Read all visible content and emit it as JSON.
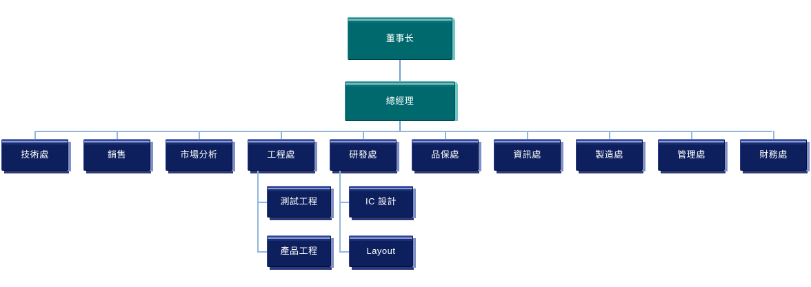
{
  "chart": {
    "type": "org-chart",
    "title": "",
    "colors": {
      "executive_box": "#00696d",
      "department_box": "#0d1f5c",
      "connector_line": "#6e9fd0",
      "text": "#ffffff",
      "background": "#ffffff"
    },
    "executives": [
      {
        "id": "chairman",
        "label": "董事长",
        "level": 0
      },
      {
        "id": "general-manager",
        "label": "總經理",
        "level": 1
      }
    ],
    "departments": [
      {
        "id": "dept-technology",
        "label": "技術處"
      },
      {
        "id": "dept-sales",
        "label": "銷售"
      },
      {
        "id": "dept-market-analysis",
        "label": "市場分析"
      },
      {
        "id": "dept-engineering",
        "label": "工程處"
      },
      {
        "id": "dept-rnd",
        "label": "研發處"
      },
      {
        "id": "dept-quality",
        "label": "品保處"
      },
      {
        "id": "dept-it",
        "label": "資訊處"
      },
      {
        "id": "dept-manufacturing",
        "label": "製造處"
      },
      {
        "id": "dept-administration",
        "label": "管理處"
      },
      {
        "id": "dept-finance",
        "label": "財務處"
      }
    ],
    "sub_departments": {
      "engineering": [
        {
          "id": "sub-test-engineering",
          "label": "測試工程",
          "parent": "工程處"
        },
        {
          "id": "sub-product-engineering",
          "label": "產品工程",
          "parent": "工程處"
        }
      ],
      "rnd": [
        {
          "id": "sub-ic-design",
          "label": "IC 設計",
          "parent": "研發處"
        },
        {
          "id": "sub-layout",
          "label": "Layout",
          "parent": "研發處"
        }
      ]
    }
  }
}
